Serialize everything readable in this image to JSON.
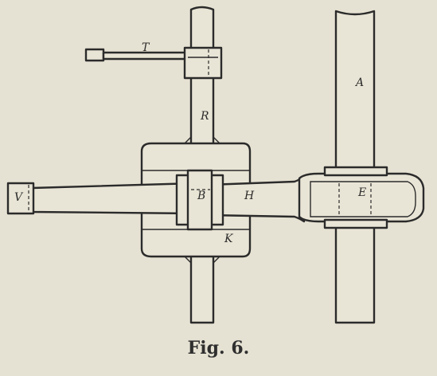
{
  "labels": {
    "T": "T",
    "R": "R",
    "A": "A",
    "V": "V",
    "B": "B",
    "H": "H",
    "E": "E",
    "K": "K"
  },
  "caption": "Fig. 6."
}
